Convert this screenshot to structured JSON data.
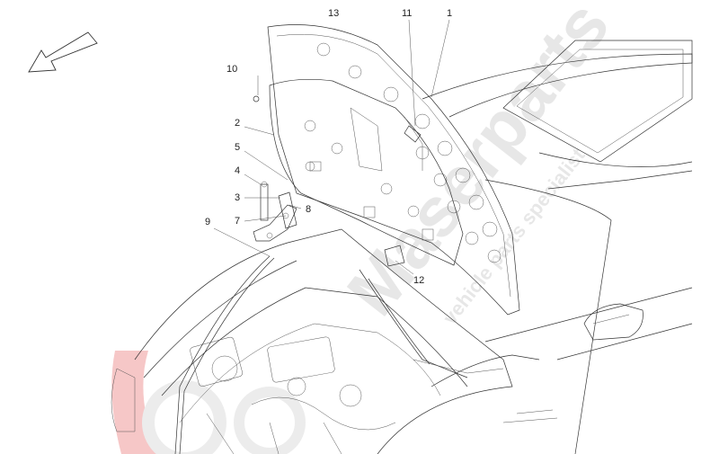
{
  "diagram": {
    "callouts": [
      {
        "id": "c13",
        "text": "13"
      },
      {
        "id": "c11",
        "text": "11"
      },
      {
        "id": "c1",
        "text": "1"
      },
      {
        "id": "c10",
        "text": "10"
      },
      {
        "id": "c2",
        "text": "2"
      },
      {
        "id": "c5",
        "text": "5"
      },
      {
        "id": "c4",
        "text": "4"
      },
      {
        "id": "c3",
        "text": "3"
      },
      {
        "id": "c8",
        "text": "8"
      },
      {
        "id": "c7",
        "text": "7"
      },
      {
        "id": "c9",
        "text": "9"
      },
      {
        "id": "c12",
        "text": "12"
      }
    ],
    "direction_arrow": "arrow-down-left-icon"
  },
  "watermark": {
    "brand": "Maserparts",
    "tagline": "vehicle parts specialist",
    "color": "#d8d8d8",
    "accent_color": "#e88a8a"
  }
}
